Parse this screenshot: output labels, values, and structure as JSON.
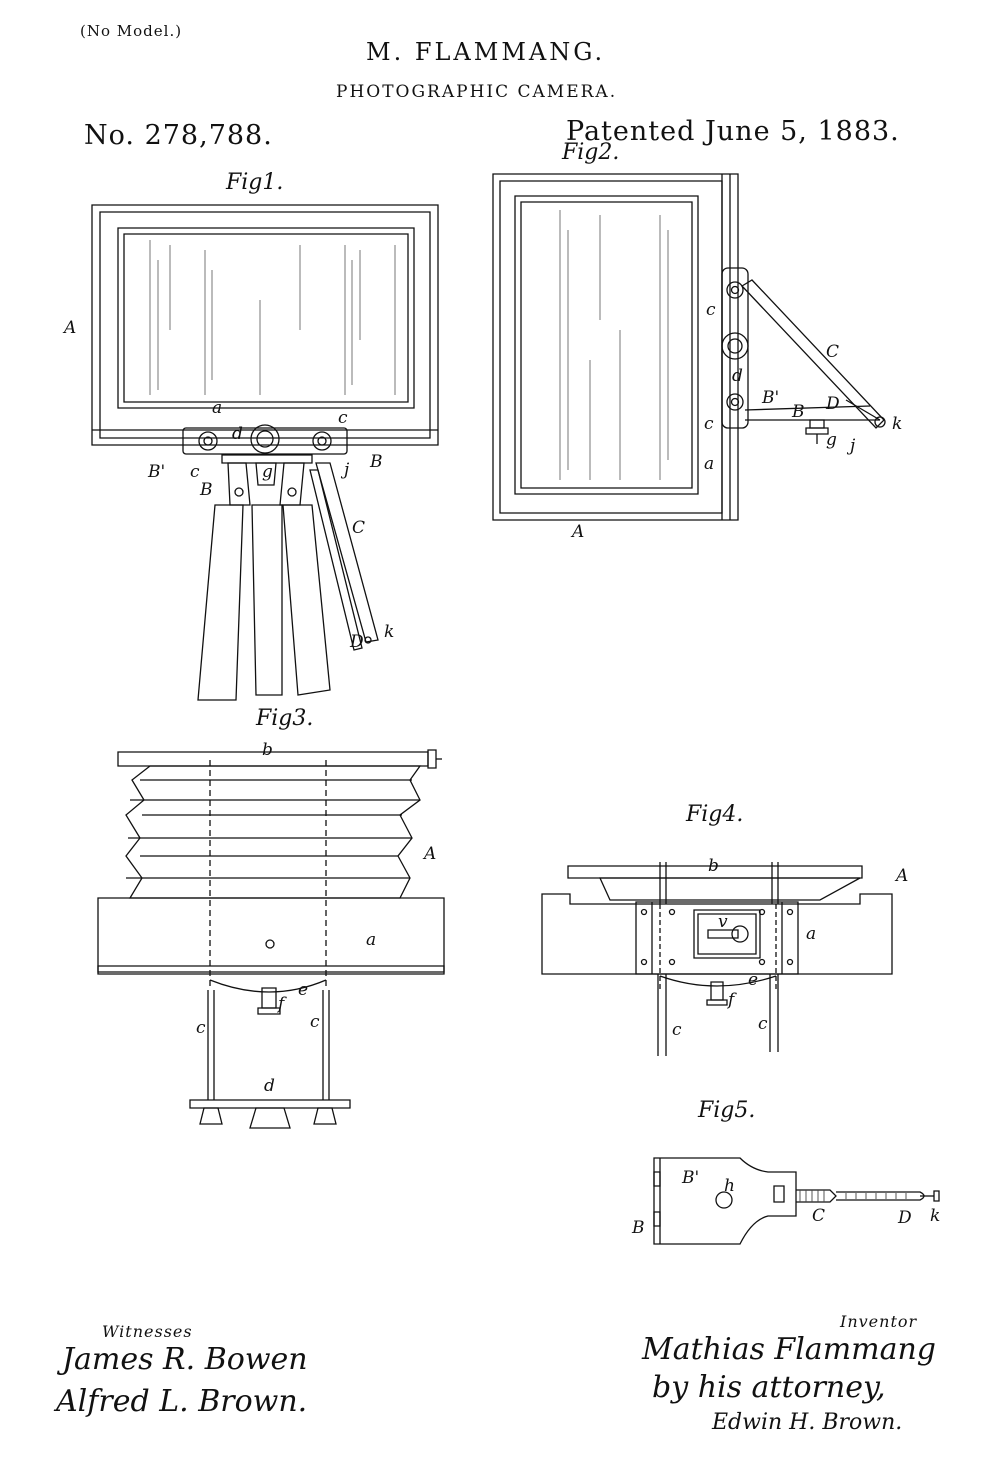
{
  "header": {
    "model_note": "(No Model.)",
    "inventor_name": "M. FLAMMANG.",
    "title": "PHOTOGRAPHIC CAMERA.",
    "patent_number": "No. 278,788.",
    "patent_date": "Patented June 5, 1883."
  },
  "figures": {
    "fig1": {
      "label": "Fig1.",
      "refs": {
        "A": "A",
        "a": "a",
        "d": "d",
        "c1": "c",
        "c2": "c",
        "B1": "B",
        "B2": "B",
        "Bp": "B'",
        "g": "g",
        "j": "j",
        "C": "C",
        "D": "D",
        "k": "k"
      }
    },
    "fig2": {
      "label": "Fig2.",
      "refs": {
        "c1": "c",
        "C": "C",
        "d": "d",
        "Bp": "B'",
        "c2": "c",
        "B": "B",
        "D": "D",
        "k": "k",
        "g": "g",
        "j": "j",
        "a": "a",
        "A": "A"
      }
    },
    "fig3": {
      "label": "Fig3.",
      "refs": {
        "b": "b",
        "A": "A",
        "a": "a",
        "c1": "c",
        "c2": "c",
        "e": "e",
        "f": "f",
        "d": "d"
      }
    },
    "fig4": {
      "label": "Fig4.",
      "refs": {
        "b": "b",
        "A": "A",
        "v": "v",
        "a": "a",
        "e": "e",
        "f": "f",
        "c1": "c",
        "c2": "c"
      }
    },
    "fig5": {
      "label": "Fig5.",
      "refs": {
        "Bp": "B'",
        "h": "h",
        "B": "B",
        "C": "C",
        "D": "D",
        "k": "k"
      }
    }
  },
  "witnesses": {
    "label": "Witnesses",
    "names": [
      "James R. Bowen",
      "Alfred L. Brown."
    ]
  },
  "inventor_block": {
    "label": "Inventor",
    "signature": "Mathias Flammang",
    "by_line": "by his attorney,",
    "attorney": "Edwin H. Brown."
  }
}
